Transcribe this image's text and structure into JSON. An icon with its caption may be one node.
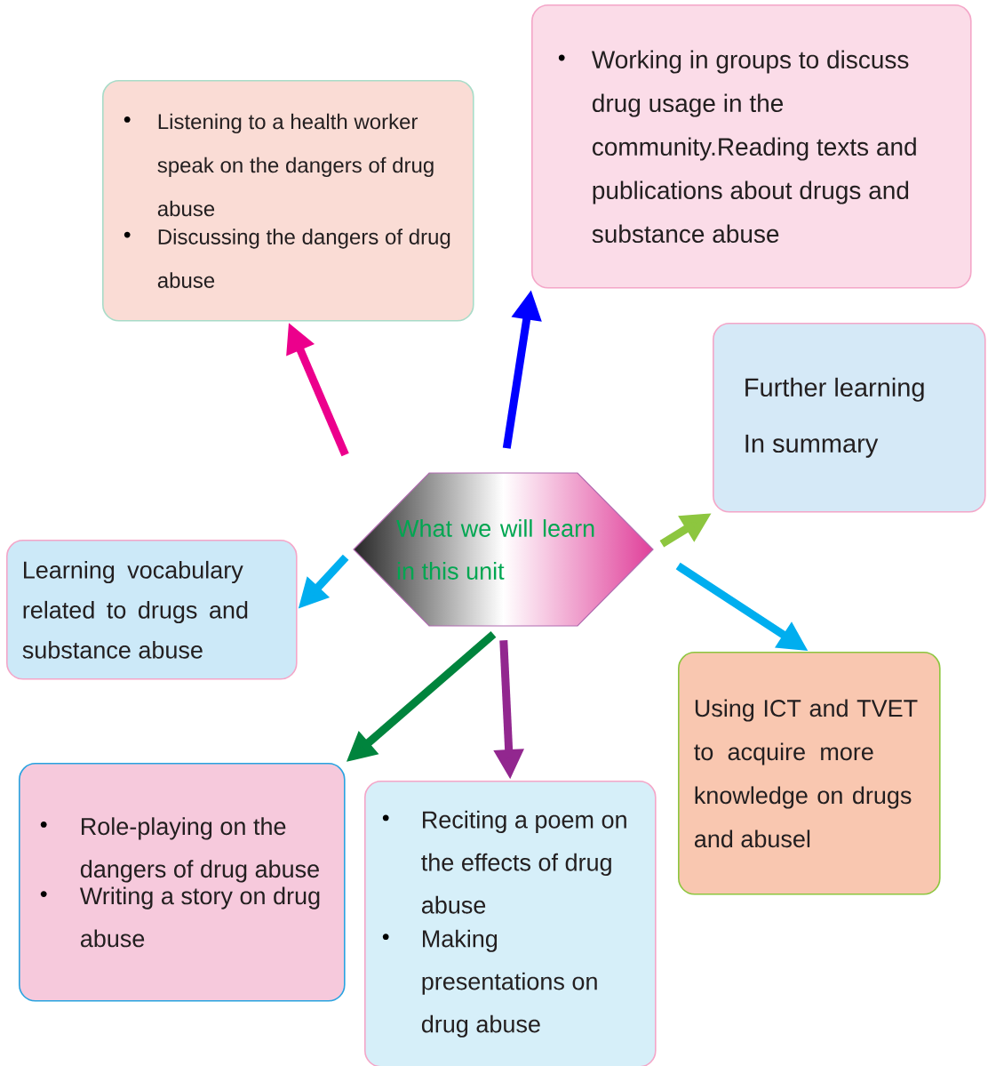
{
  "diagram": {
    "nodes": [
      {
        "text": [
          "What we will learn in this unit"
        ]
      },
      {
        "text": [
          "Listening to a health worker speak on the dangers of drug abuse",
          "Discussing the dangers of drug abuse"
        ]
      },
      {
        "text": [
          "Working in groups to discuss drug usage in the community.Reading texts and publications about drugs and substance abuse"
        ]
      },
      {
        "text": [
          "Further learning",
          "In summary"
        ]
      },
      {
        "text": [
          "Learning vocabulary related to drugs and substance abuse"
        ]
      },
      {
        "text": [
          "Using ICT and TVET to acquire more knowledge on drugs and abusel"
        ]
      },
      {
        "text": [
          "Role-playing on the dangers of drug abuse",
          "Writing a story on drug abuse"
        ]
      },
      {
        "text": [
          "Reciting a poem on the effects of drug abuse",
          "Making presentations on drug abuse"
        ]
      }
    ],
    "edges": [
      {
        "from": 0,
        "to": 1,
        "arrow": "to",
        "color": "#ec008c"
      },
      {
        "from": 0,
        "to": 2,
        "arrow": "to",
        "color": "#0000ff"
      },
      {
        "from": 0,
        "to": 3,
        "arrow": "to",
        "color": "#8dc63f"
      },
      {
        "from": 0,
        "to": 4,
        "arrow": "to",
        "color": "#00aeef"
      },
      {
        "from": 0,
        "to": 5,
        "arrow": "to",
        "color": "#00aeef"
      },
      {
        "from": 0,
        "to": 6,
        "arrow": "to",
        "color": "#00843d"
      },
      {
        "from": 0,
        "to": 7,
        "arrow": "to",
        "color": "#92278f"
      }
    ]
  }
}
